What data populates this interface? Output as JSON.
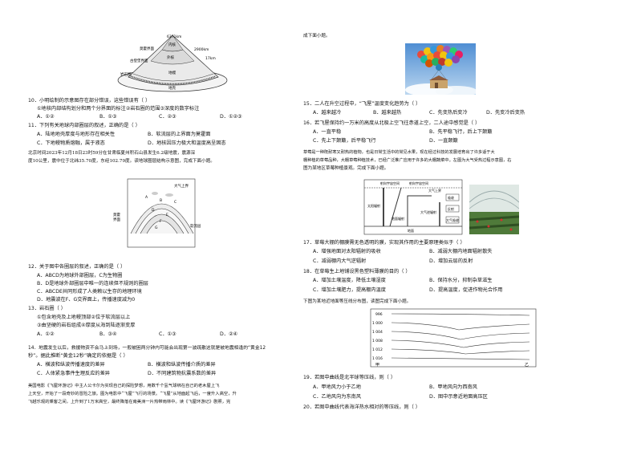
{
  "fig_earth": {
    "r6371": "6371km",
    "r2900": "2900km",
    "r17": "17km",
    "mohorovicic": "莫霍界面",
    "gutenberg": "古登堡界面",
    "lithosphere": "岩石圈",
    "inner_core": "内核",
    "outer_core": "外核",
    "mantle": "地幔",
    "crust": "地壳"
  },
  "q10": {
    "stem": "10．小明绘制的示意图存在部分错误，这些错误有（   ）",
    "sub": "①地核内部结构划分和两个分界面的标注②岩石圈的范围③深度的数字标注",
    "a": "A．①②",
    "b": "B．①③",
    "c": "C．②③",
    "d": "D．①②③"
  },
  "q11": {
    "stem": "11．下列有关地球内部圈层的叙述，正确的是（   ）",
    "a": "A．陆地地壳厚度与地形存在相关性",
    "b": "B．软流层的上界面为莫霍面",
    "c": "C．下地幔物质熔融，属于液态",
    "d": "D．地核因压力极大和温度高呈固态"
  },
  "intro12": {
    "l1": "北京时间2023年12月18日23时59分在甘肃临夏州积石山县发生6.2级地震，震源深",
    "l2": "度10公里，震中位于北纬35.70度，东经102.79度。读地球圈层结构示意图，完成下面小题。"
  },
  "fig_layers": {
    "atmos": "大气上界",
    "moho": "莫霍",
    "moho2": "界面",
    "soft": "软流层",
    "A": "A",
    "B": "B",
    "C": "C",
    "D": "D",
    "E": "E",
    "F": "F",
    "G": "G"
  },
  "q12": {
    "stem": "12．关于图中各圈层的叙述，正确的是（   ）",
    "a": "A．ABCD为地球外部圈层，C为生物圈",
    "b": "B．D是地球外部圈层中唯一的连续但不规则的圈层",
    "c": "C．ABCDE共同形成了人类赖以生存的地理环境",
    "d": "D．地震波在F、G交界面上，传播速度减为0"
  },
  "q13": {
    "stem": "13．岩石圈（   ）",
    "s1": "①包含地壳及上地幔顶部②位于软流层以上",
    "s2": "③由坚硬的岩石组成④厚度从海到陆逐渐变厚",
    "a": "A．①②",
    "b": "B．③④",
    "c": "C．①③",
    "d": "D．②④"
  },
  "q14": {
    "l1": "14．地震发生以后，救援物资不会马上到场，一般被困两分钟内可能会出现第一波疏散这就是被地震相逢的“黄金12",
    "l2": "秒”。据此推断“黄金12秒”确定的依据是（   ）",
    "a": "A．横波和纵波传播速度的差异",
    "b": "B．横波和纵波传播介质的差异",
    "c": "C．人体紧急事件生理反应的差异",
    "d": "D．不同建筑物抗震系数的差异"
  },
  "intro15": {
    "l1": "   美国电影《飞屋环游记》中主人公卡尔为实现自己的探险梦想，用数千个氢气球绑在自己的老木屋上飞",
    "l2": "上天空，开始了一段奇妙的冒险之旅。图为电影中“飞屋”飞行的场景。“飞屋”从地面起飞后，一度升入高空，升",
    "l3": "飞越乐观的乘客之间，上升到了1万米高空，最终降落在南美洲一片热带雨林中。读《飞屋环游记》剧照，完",
    "l4": "成下面小题。"
  },
  "q15": {
    "stem": "15．二人在升空过程中，“飞屋”温度变化趋势为（   ）",
    "a": "A．越来越冷",
    "b": "B．越来越热",
    "c": "C．先变热后变冷",
    "d": "D．先变冷后变热"
  },
  "q16": {
    "stem": "16．若飞屋保持约一万米的高度从北极上空飞往赤道上空，二人途中感觉是（   ）",
    "a": "A．一直平稳",
    "b": "B．先平稳飞行，后上下颠簸",
    "c": "C．先上下颠簸，后平稳飞行",
    "d": "D．一直颠簸"
  },
  "intro17": {
    "l1": "   草莓是一种既耐寒又耐热的植物，也是日常生活中的常见水果，现在经过科技的发展培育出了许多适于大",
    "l2": "棚种植的草莓品种，大棚草莓种植技术，已经广泛推广应用于许多的大棚蔬菜中。左图为大气受热过程示意图，右",
    "l3": "图为某地区草莓种植景观。完成下面小题。"
  },
  "fig_greenhouse": {
    "l1": "射向宇宙空间",
    "l2": "射向宇宙空间",
    "l3": "大气上界",
    "l4": "太阳辐射",
    "l5": "大气逆辐射",
    "l6": "地面辐射",
    "l7": "吸收",
    "l8": "反射",
    "l9": "大气吸收",
    "l10": "地面"
  },
  "q17": {
    "stem": "17．草莓大棚的棚膜需无色透明的膜，实现其作用的主要原理类似于（   ）",
    "a": "A．增强地面对太阳辐射的吸收",
    "b": "B．减弱大棚内地面辐射散失",
    "c": "C．减弱棚内大气逆辐射",
    "d": "D．增加云层的反射"
  },
  "q18": {
    "stem": "18．在草莓生上地铺设黑色塑料薄膜的目的（   ）",
    "a": "A．增加土壤温度，降低土壤湿度",
    "b": "B．保持水分，抑制杂草滋生",
    "c": "C．增加土壤肥力，提高棚内温度",
    "d": "D．提高温度，促进作物光合作用"
  },
  "intro19": {
    "l1": "   下图为某地近地面等压线分布图，读图完成下面小题。"
  },
  "fig_isobar": {
    "p996": "996",
    "p1000": "1 000",
    "p1004": "1 004",
    "p1008": "1 008",
    "p1012": "1 012",
    "p1016": "1 016",
    "jia": "甲",
    "yi": "乙"
  },
  "q19": {
    "stem": "19．若图中曲线是北半球等压线，则（   ）",
    "a": "A．甲地风力小于乙地",
    "b": "B．甲地风向为西南风",
    "c": "C．乙地风向为东南风",
    "d": "D．图中示意近地面高压区"
  },
  "q20": {
    "stem": "20．若图中曲线代表海洋热水相对的等压线，则（   ）"
  }
}
